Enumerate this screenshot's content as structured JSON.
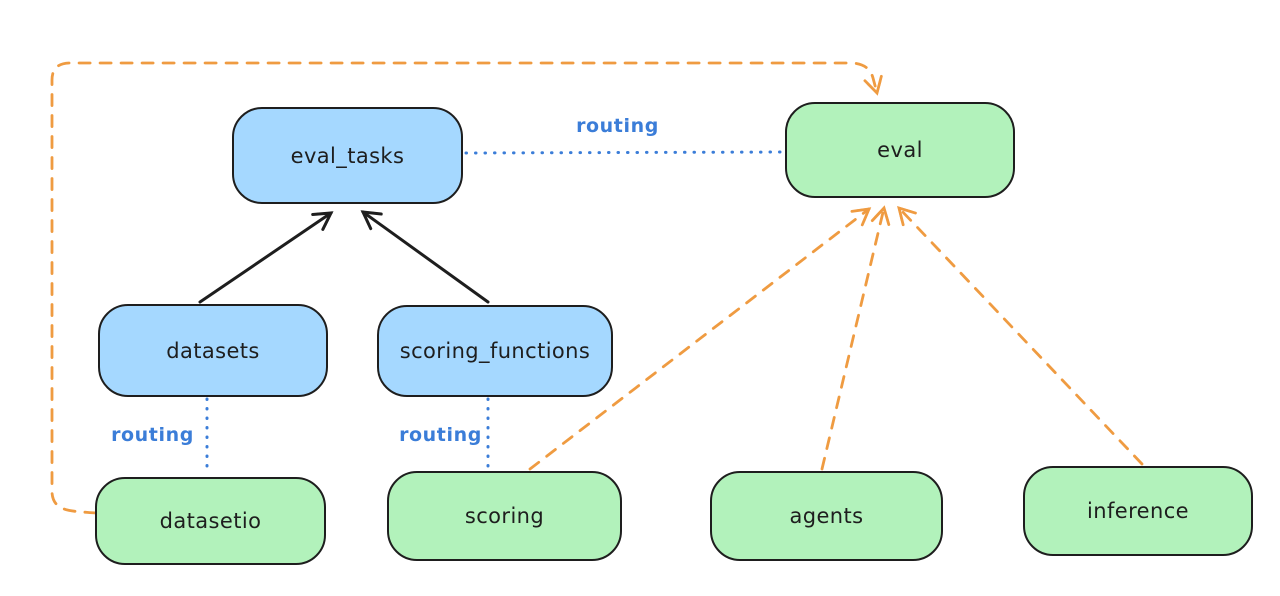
{
  "diagram": {
    "type": "architecture-diagram",
    "colors": {
      "background": "#ffffff",
      "blue_node_fill": "#a5d8ff",
      "green_node_fill": "#b2f2bb",
      "node_stroke": "#1e1e1e",
      "routing_blue": "#3b7dd8",
      "orange_dashed": "#ef9b41",
      "black_arrow": "#1e1e1e"
    },
    "nodes": {
      "eval_tasks": {
        "label": "eval_tasks",
        "color": "blue"
      },
      "eval": {
        "label": "eval",
        "color": "green"
      },
      "datasets": {
        "label": "datasets",
        "color": "blue"
      },
      "scoring_functions": {
        "label": "scoring_functions",
        "color": "blue"
      },
      "datasetio": {
        "label": "datasetio",
        "color": "green"
      },
      "scoring": {
        "label": "scoring",
        "color": "green"
      },
      "agents": {
        "label": "agents",
        "color": "green"
      },
      "inference": {
        "label": "inference",
        "color": "green"
      }
    },
    "edges": [
      {
        "from": "datasets",
        "to": "eval_tasks",
        "style": "solid-black-arrow",
        "label": ""
      },
      {
        "from": "scoring_functions",
        "to": "eval_tasks",
        "style": "solid-black-arrow",
        "label": ""
      },
      {
        "from": "eval_tasks",
        "to": "eval",
        "style": "dotted-blue",
        "label": "routing"
      },
      {
        "from": "datasets",
        "to": "datasetio",
        "style": "dotted-blue",
        "label": "routing"
      },
      {
        "from": "scoring_functions",
        "to": "scoring",
        "style": "dotted-blue",
        "label": "routing"
      },
      {
        "from": "datasetio",
        "to": "eval",
        "style": "dashed-orange-arrow",
        "label": ""
      },
      {
        "from": "scoring",
        "to": "eval",
        "style": "dashed-orange-arrow",
        "label": ""
      },
      {
        "from": "agents",
        "to": "eval",
        "style": "dashed-orange-arrow",
        "label": ""
      },
      {
        "from": "inference",
        "to": "eval",
        "style": "dashed-orange-arrow",
        "label": ""
      }
    ]
  }
}
